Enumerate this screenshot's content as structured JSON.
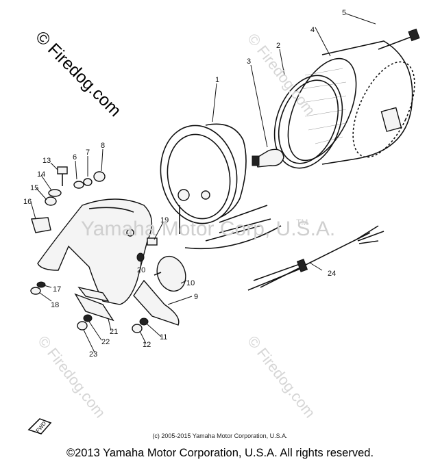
{
  "watermarks": {
    "logo_text": "© Firedog.com",
    "center_text": "Yamaha Motor Corp, U.S.A.",
    "tm": "TM",
    "faint_text": "© Firedog.com"
  },
  "fwd_label": "FWD",
  "parts": [
    {
      "ref": "1"
    },
    {
      "ref": "2"
    },
    {
      "ref": "3"
    },
    {
      "ref": "4"
    },
    {
      "ref": "5"
    },
    {
      "ref": "6"
    },
    {
      "ref": "7"
    },
    {
      "ref": "8"
    },
    {
      "ref": "9"
    },
    {
      "ref": "10"
    },
    {
      "ref": "11"
    },
    {
      "ref": "12"
    },
    {
      "ref": "13"
    },
    {
      "ref": "14"
    },
    {
      "ref": "15"
    },
    {
      "ref": "16"
    },
    {
      "ref": "17"
    },
    {
      "ref": "18"
    },
    {
      "ref": "19"
    },
    {
      "ref": "20"
    },
    {
      "ref": "21"
    },
    {
      "ref": "22"
    },
    {
      "ref": "23"
    },
    {
      "ref": "24"
    }
  ],
  "footer": {
    "small_copyright": "(c) 2005-2015 Yamaha Motor Corporation, U.S.A.",
    "main_copyright": "©2013 Yamaha Motor Corporation, U.S.A. All rights reserved."
  }
}
